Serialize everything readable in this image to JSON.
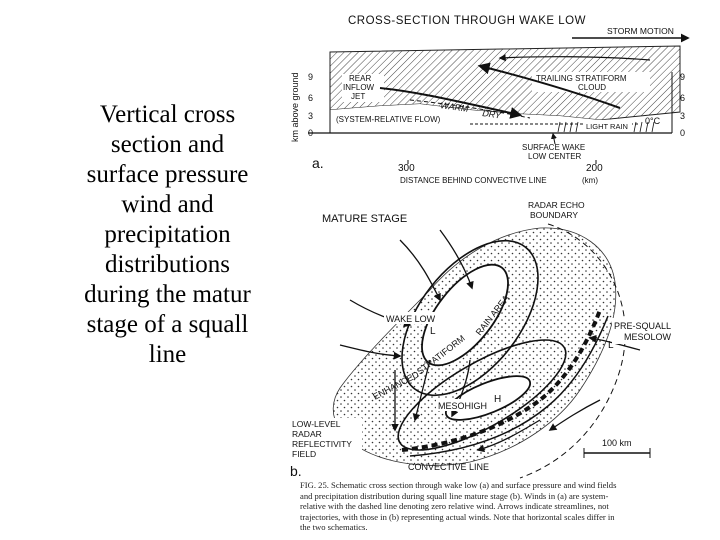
{
  "slide": {
    "lines": [
      "Vertical cross",
      "section and",
      "surface pressure",
      "wind and",
      "precipitation",
      "distributions",
      "during the matur",
      "stage of a squall",
      "line"
    ]
  },
  "panel_a": {
    "title": "CROSS-SECTION THROUGH WAKE LOW",
    "storm_motion": "STORM MOTION",
    "y_axis_label": "km above ground",
    "y_ticks_left": [
      "9",
      "6",
      "3",
      "0"
    ],
    "y_ticks_right": [
      "9",
      "6",
      "3",
      "0"
    ],
    "rear_inflow": [
      "REAR",
      "INFLOW",
      "JET"
    ],
    "trailing": [
      "TRAILING STRATIFORM",
      "CLOUD"
    ],
    "warm": "WARM",
    "dry": "DRY",
    "system_flow": "(SYSTEM-RELATIVE FLOW)",
    "zero_c": "0°C",
    "light_rain": "LIGHT RAIN",
    "surface_wake": [
      "SURFACE WAKE",
      "LOW CENTER"
    ],
    "x_ticks": [
      "300",
      "200"
    ],
    "x_label": "DISTANCE BEHIND CONVECTIVE LINE",
    "x_unit": "(km)",
    "letter": "a."
  },
  "panel_b": {
    "mature_stage": "MATURE STAGE",
    "radar_echo": [
      "RADAR ECHO",
      "BOUNDARY"
    ],
    "wake_low": "WAKE LOW",
    "l_symbol": "L",
    "rain_area": "RAIN AREA",
    "stratiform": "STRATIFORM",
    "enhanced": "ENHANCED",
    "pre_squall": [
      "PRE-SQUALL",
      "MESOLOW"
    ],
    "mesohigh": "MESOHIGH",
    "h_symbol": "H",
    "low_level": [
      "LOW-LEVEL",
      "RADAR",
      "REFLECTIVITY",
      "FIELD"
    ],
    "scale": "100 km",
    "convective_line": "CONVECTIVE LINE",
    "letter": "b."
  },
  "figure_caption": [
    "FIG. 25. Schematic cross section through wake low (a) and surface pressure and wind fields",
    "and precipitation distribution during squall line mature stage (b). Winds in (a) are system-",
    "relative with the dashed line denoting zero relative wind. Arrows indicate streamlines, not",
    "trajectories, with those in (b) representing actual winds. Note that horizontal scales differ in",
    "the two schematics."
  ]
}
